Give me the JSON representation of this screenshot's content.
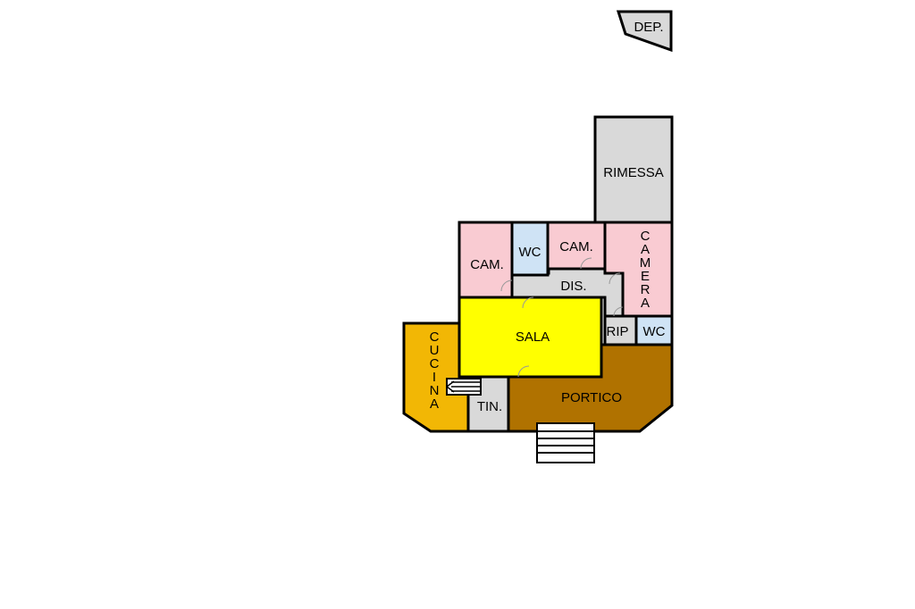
{
  "colors": {
    "bedroom": "#f9cbd2",
    "bath": "#cfe3f5",
    "service": "#d9d9d9",
    "living": "#ffff00",
    "kitchen": "#f2b705",
    "porch": "#b07200",
    "wall": "#000000"
  },
  "rooms": {
    "dep": "DEP.",
    "rimessa": "RIMESSA",
    "cam_left": "CAM.",
    "wc_top": "WC",
    "cam_mid": "CAM.",
    "camera": [
      "C",
      "A",
      "M",
      "E",
      "R",
      "A"
    ],
    "dis": "DIS.",
    "sala": "SALA",
    "rip": "RIP",
    "wc_right": "WC",
    "cucina": [
      "C",
      "U",
      "C",
      "I",
      "N",
      "A"
    ],
    "tin": "TIN.",
    "portico": "PORTICO"
  }
}
